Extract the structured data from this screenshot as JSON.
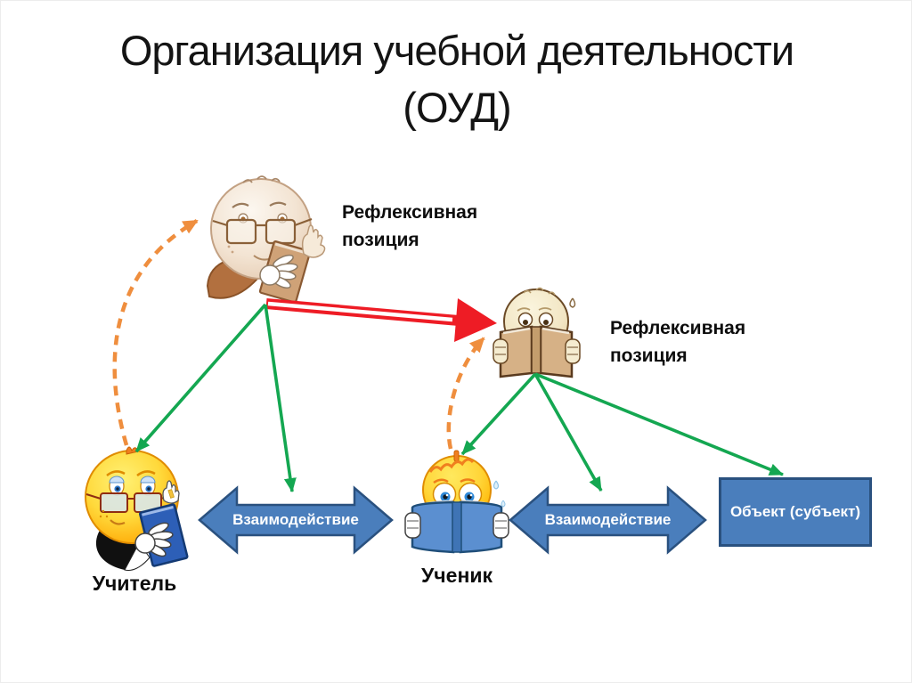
{
  "slide": {
    "title": {
      "line1": "Организация учебной деятельности",
      "line2": "(ОУД)"
    }
  },
  "figures": {
    "teacher_reflexive": {
      "icon": "reflexive-teacher-icon",
      "label": "Рефлексивная позиция"
    },
    "student_reflexive": {
      "icon": "reflexive-student-icon",
      "label": "Рефлексивная позиция"
    },
    "teacher": {
      "icon": "teacher-smiley-icon",
      "label": "Учитель"
    },
    "student": {
      "icon": "student-reading-icon",
      "label": "Ученик"
    }
  },
  "shapes": {
    "interaction_left": {
      "label": "Взаимодействие"
    },
    "interaction_right": {
      "label": "Взаимодействие"
    },
    "object_box": {
      "label": "Объект (субъект)"
    }
  },
  "colors": {
    "shape_fill": "#4a7ebc",
    "shape_border": "#2a517f",
    "shape_text": "#ffffff",
    "green_arrow": "#14a751",
    "orange_dashed_arrow": "#ef8e3e",
    "red_arrow": "#ee1c25",
    "title_text": "#141414"
  }
}
